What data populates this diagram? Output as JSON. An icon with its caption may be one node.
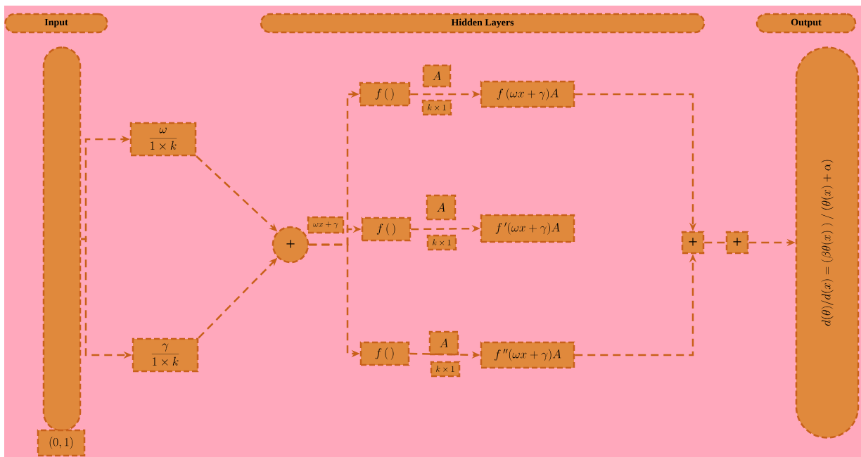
{
  "diagram": {
    "nodes": [
      {
        "text": [
          "Input"
        ]
      },
      {
        "text": [
          "Hidden Layers"
        ]
      },
      {
        "text": [
          "Output"
        ]
      },
      {
        "text": [],
        "shape": "bar"
      },
      {
        "text": [
          "(0,1)"
        ]
      },
      {
        "text": [
          "\\frac{\\omega}{1 \\times k}"
        ]
      },
      {
        "text": [
          "\\frac{\\gamma}{1 \\times k}"
        ]
      },
      {
        "text": [
          "+"
        ]
      },
      {
        "text": [
          "\\omega x + \\gamma"
        ]
      },
      {
        "text": [
          "f\\,(\\,)"
        ]
      },
      {
        "text": [
          "A"
        ]
      },
      {
        "text": [
          "k \\times 1"
        ]
      },
      {
        "text": [
          "f\\,(\\omega x + \\gamma)A"
        ]
      },
      {
        "text": [
          "f\\,(\\,)"
        ]
      },
      {
        "text": [
          "A"
        ]
      },
      {
        "text": [
          "k \\times 1"
        ]
      },
      {
        "text": [
          "f\\,'(\\omega x + \\gamma)A"
        ]
      },
      {
        "text": [
          "f\\,(\\,)"
        ]
      },
      {
        "text": [
          "A"
        ]
      },
      {
        "text": [
          "k \\times 1"
        ]
      },
      {
        "text": [
          "f\\,''(\\omega x + \\gamma)A"
        ]
      },
      {
        "text": [
          "+"
        ]
      },
      {
        "text": [
          "+"
        ]
      },
      {
        "text": [
          "d(\\theta)/d(x)=(\\beta\\theta(x)\\ )\\ /\\ (\\theta(x)+\\alpha)"
        ]
      }
    ],
    "edges": [
      {
        "from": 3,
        "to": 5,
        "arrow": "to"
      },
      {
        "from": 3,
        "to": 6,
        "arrow": "to"
      },
      {
        "from": 5,
        "to": 7,
        "arrow": "to"
      },
      {
        "from": 6,
        "to": 7,
        "arrow": "to"
      },
      {
        "from": 7,
        "to": 9,
        "arrow": "to"
      },
      {
        "from": 7,
        "to": 13,
        "arrow": "to"
      },
      {
        "from": 7,
        "to": 17,
        "arrow": "to"
      },
      {
        "from": 9,
        "to": 12,
        "arrow": "to"
      },
      {
        "from": 13,
        "to": 16,
        "arrow": "to"
      },
      {
        "from": 17,
        "to": 20,
        "arrow": "to"
      },
      {
        "from": 12,
        "to": 21,
        "arrow": "to"
      },
      {
        "from": 20,
        "to": 21,
        "arrow": "to"
      },
      {
        "from": 21,
        "to": 22,
        "arrow": "none"
      },
      {
        "from": 22,
        "to": 23,
        "arrow": "to"
      }
    ]
  }
}
